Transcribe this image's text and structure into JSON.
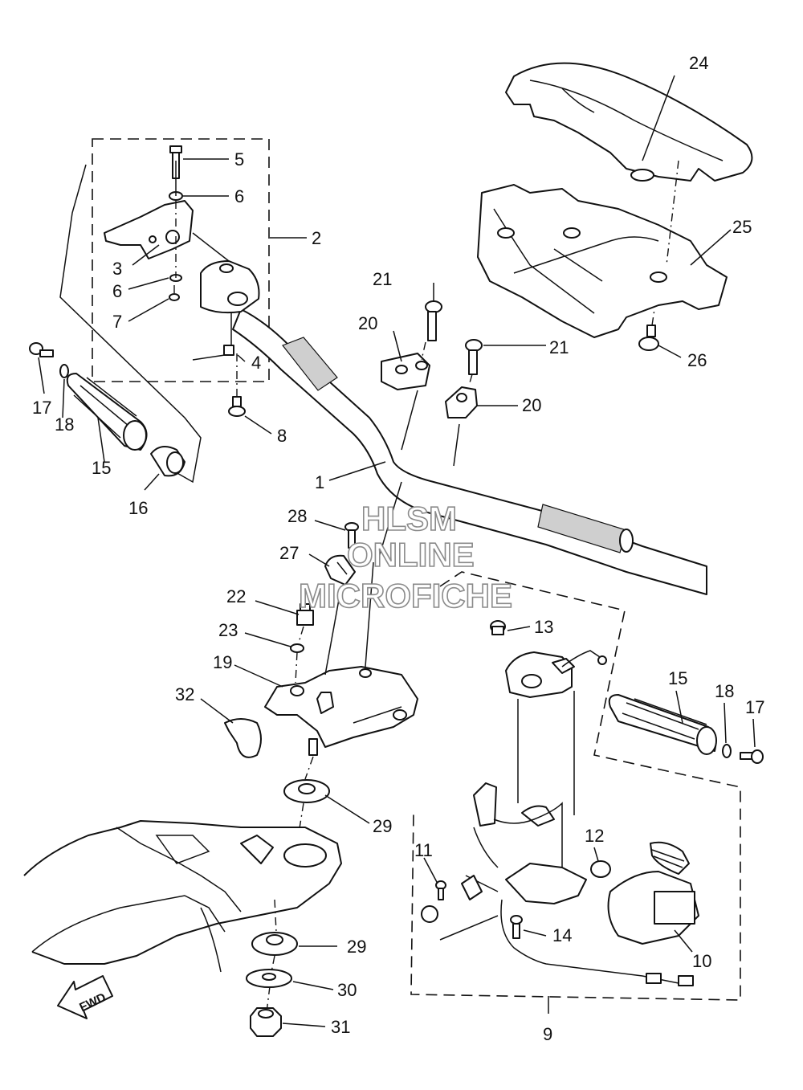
{
  "callouts": {
    "c1": "1",
    "c2": "2",
    "c3": "3",
    "c4": "4",
    "c5": "5",
    "c6a": "6",
    "c6b": "6",
    "c7": "7",
    "c8": "8",
    "c9": "9",
    "c10": "10",
    "c11": "11",
    "c12": "12",
    "c13": "13",
    "c14": "14",
    "c15a": "15",
    "c15b": "15",
    "c16": "16",
    "c17a": "17",
    "c17b": "17",
    "c18a": "18",
    "c18b": "18",
    "c19": "19",
    "c20a": "20",
    "c20b": "20",
    "c21a": "21",
    "c21b": "21",
    "c22": "22",
    "c23": "23",
    "c24": "24",
    "c25": "25",
    "c26": "26",
    "c27": "27",
    "c28": "28",
    "c29a": "29",
    "c29b": "29",
    "c30": "30",
    "c31": "31",
    "c32": "32"
  },
  "direction_label": "FWD",
  "watermark": {
    "line1": "HLSM",
    "line2": "ONLINE",
    "line3": "MICROFICHE"
  }
}
